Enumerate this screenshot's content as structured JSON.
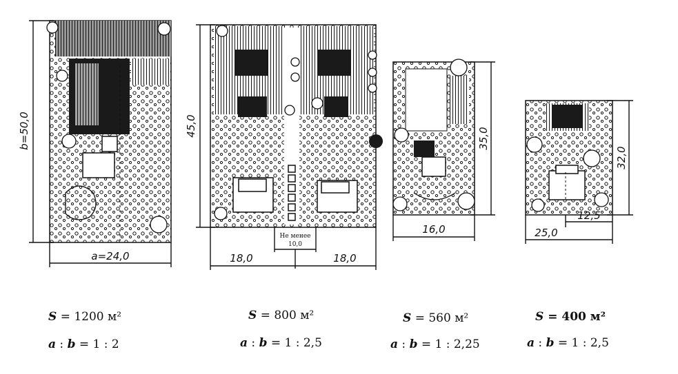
{
  "plots": [
    {
      "name": "plot-1200",
      "height_label": "b=50,0",
      "width_labels": [
        "a=24,0"
      ],
      "area_value": "1200",
      "area_unit": "м²",
      "ratio_text": "1 : 2"
    },
    {
      "name": "plot-800",
      "height_label": "45,0",
      "width_labels": [
        "18,0",
        "18,0"
      ],
      "middle_label": "Не менее",
      "middle_value": "10,0",
      "area_value": "800",
      "area_unit": "м²",
      "ratio_text": "1 : 2,5"
    },
    {
      "name": "plot-560",
      "height_label": "35,0",
      "width_labels": [
        "16,0"
      ],
      "area_value": "560",
      "area_unit": "м²",
      "ratio_text": "1 : 2,25"
    },
    {
      "name": "plot-400",
      "height_label": "32,0",
      "width_labels": [
        "25,0",
        "12,5"
      ],
      "area_value": "400",
      "area_unit": "м²",
      "ratio_text": "1 : 2,5"
    }
  ],
  "symbols": {
    "area": "S",
    "a": "a",
    "b": "b",
    "equals": "="
  }
}
